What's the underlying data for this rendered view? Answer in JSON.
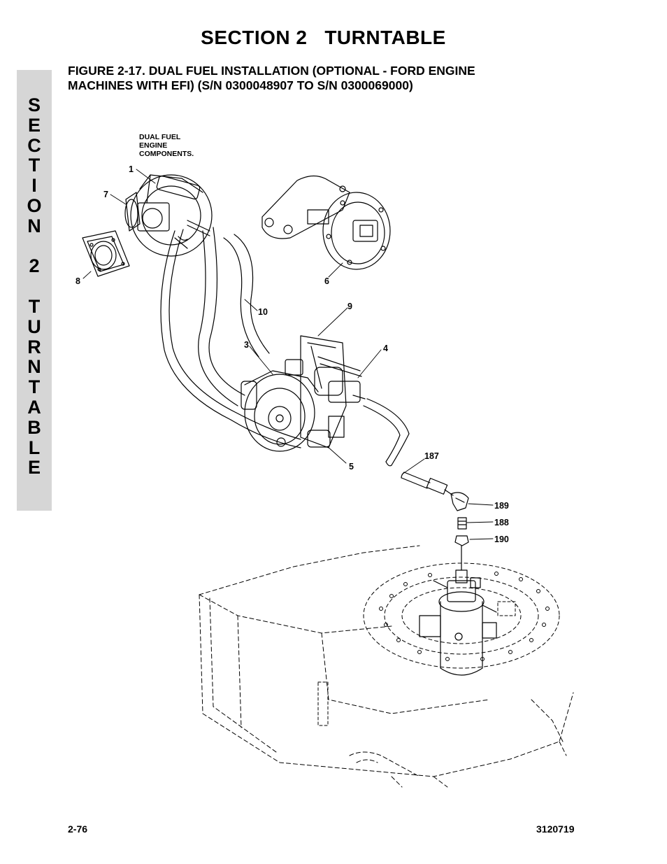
{
  "header": {
    "section_title": "SECTION 2   TURNTABLE"
  },
  "figure": {
    "title_line1": "FIGURE 2-17.  DUAL FUEL INSTALLATION (OPTIONAL - FORD ENGINE",
    "title_line2": "MACHINES WITH EFI) (S/N 0300048907 TO S/N 0300069000)"
  },
  "side_tab": {
    "letters": [
      "S",
      "E",
      "C",
      "T",
      "I",
      "O",
      "N",
      "",
      "2",
      "",
      "T",
      "U",
      "R",
      "N",
      "T",
      "A",
      "B",
      "L",
      "E"
    ]
  },
  "diagram": {
    "note_lines": [
      "DUAL FUEL",
      "ENGINE",
      "COMPONENTS."
    ],
    "callouts": [
      "1",
      "7",
      "8",
      "6",
      "10",
      "9",
      "3",
      "4",
      "5",
      "187",
      "189",
      "188",
      "190"
    ]
  },
  "footer": {
    "page_number": "2-76",
    "document_number": "3120719"
  }
}
